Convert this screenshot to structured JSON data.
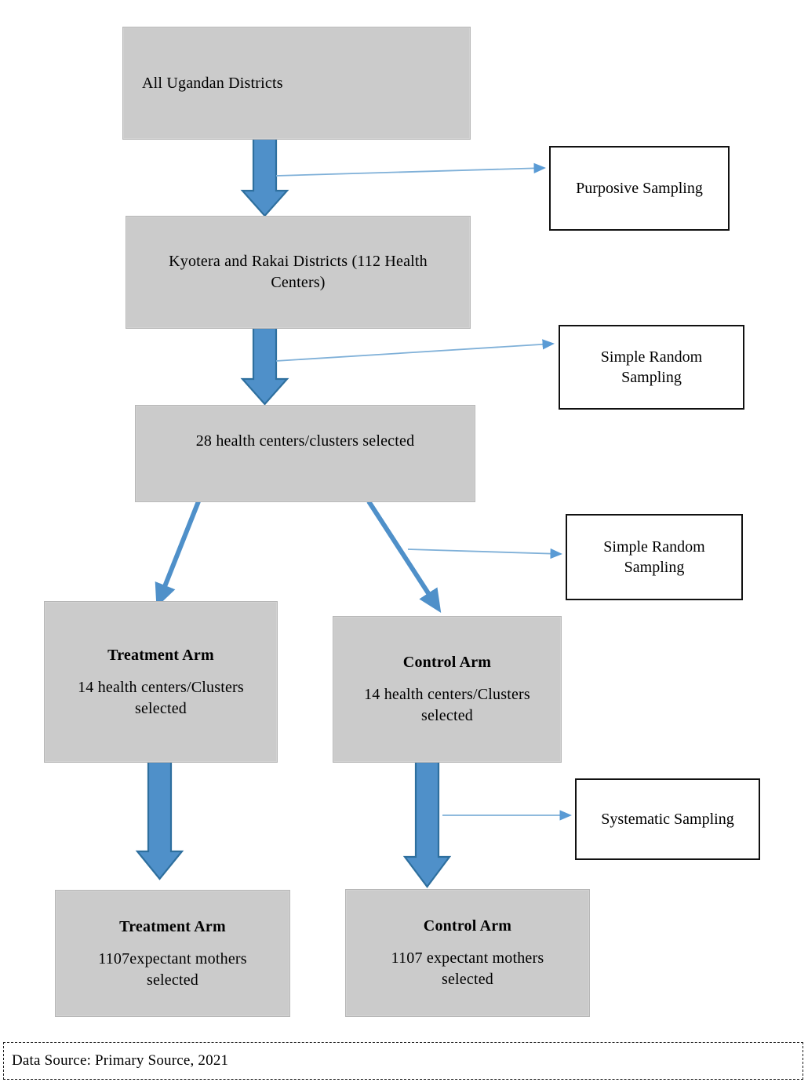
{
  "figure": {
    "type": "flowchart",
    "title": "Sampling procedure flowchart",
    "colors": {
      "box_fill": "#cbcbcb",
      "box_border": "#b6b6b6",
      "sample_box_fill": "#ffffff",
      "sample_box_border": "#111111",
      "block_arrow_fill": "#4f90c9",
      "block_arrow_stroke": "#2e6f9e",
      "line_arrow": "#4f90c9",
      "thin_line_arrow": "#7fb0d8",
      "background": "#ffffff",
      "text": "#000000"
    }
  },
  "nodes": {
    "all_districts": {
      "lines": [
        "All Ugandan Districts"
      ]
    },
    "kyotera_rakai": {
      "lines": [
        "Kyotera and Rakai Districts (112 Health",
        "Centers)"
      ]
    },
    "clusters_selected": {
      "lines": [
        "28 health centers/clusters selected"
      ]
    },
    "treatment_arm_clusters": {
      "heading": "Treatment Arm",
      "lines": [
        "14 health centers/Clusters",
        "selected"
      ]
    },
    "control_arm_clusters": {
      "heading": "Control Arm",
      "lines": [
        "14 health centers/Clusters",
        "selected"
      ]
    },
    "treatment_arm_mothers": {
      "heading": "Treatment Arm",
      "lines": [
        "1107expectant mothers",
        "selected"
      ]
    },
    "control_arm_mothers": {
      "heading": "Control Arm",
      "lines": [
        "1107 expectant mothers",
        "selected"
      ]
    }
  },
  "sampling_methods": {
    "purposive": {
      "lines": [
        "Purposive Sampling"
      ]
    },
    "simple_random_1": {
      "lines": [
        "Simple Random",
        "Sampling"
      ]
    },
    "simple_random_2": {
      "lines": [
        "Simple Random",
        "Sampling"
      ]
    },
    "systematic": {
      "lines": [
        "Systematic Sampling"
      ]
    }
  },
  "footer": {
    "source_note": "Data Source: Primary Source, 2021"
  }
}
